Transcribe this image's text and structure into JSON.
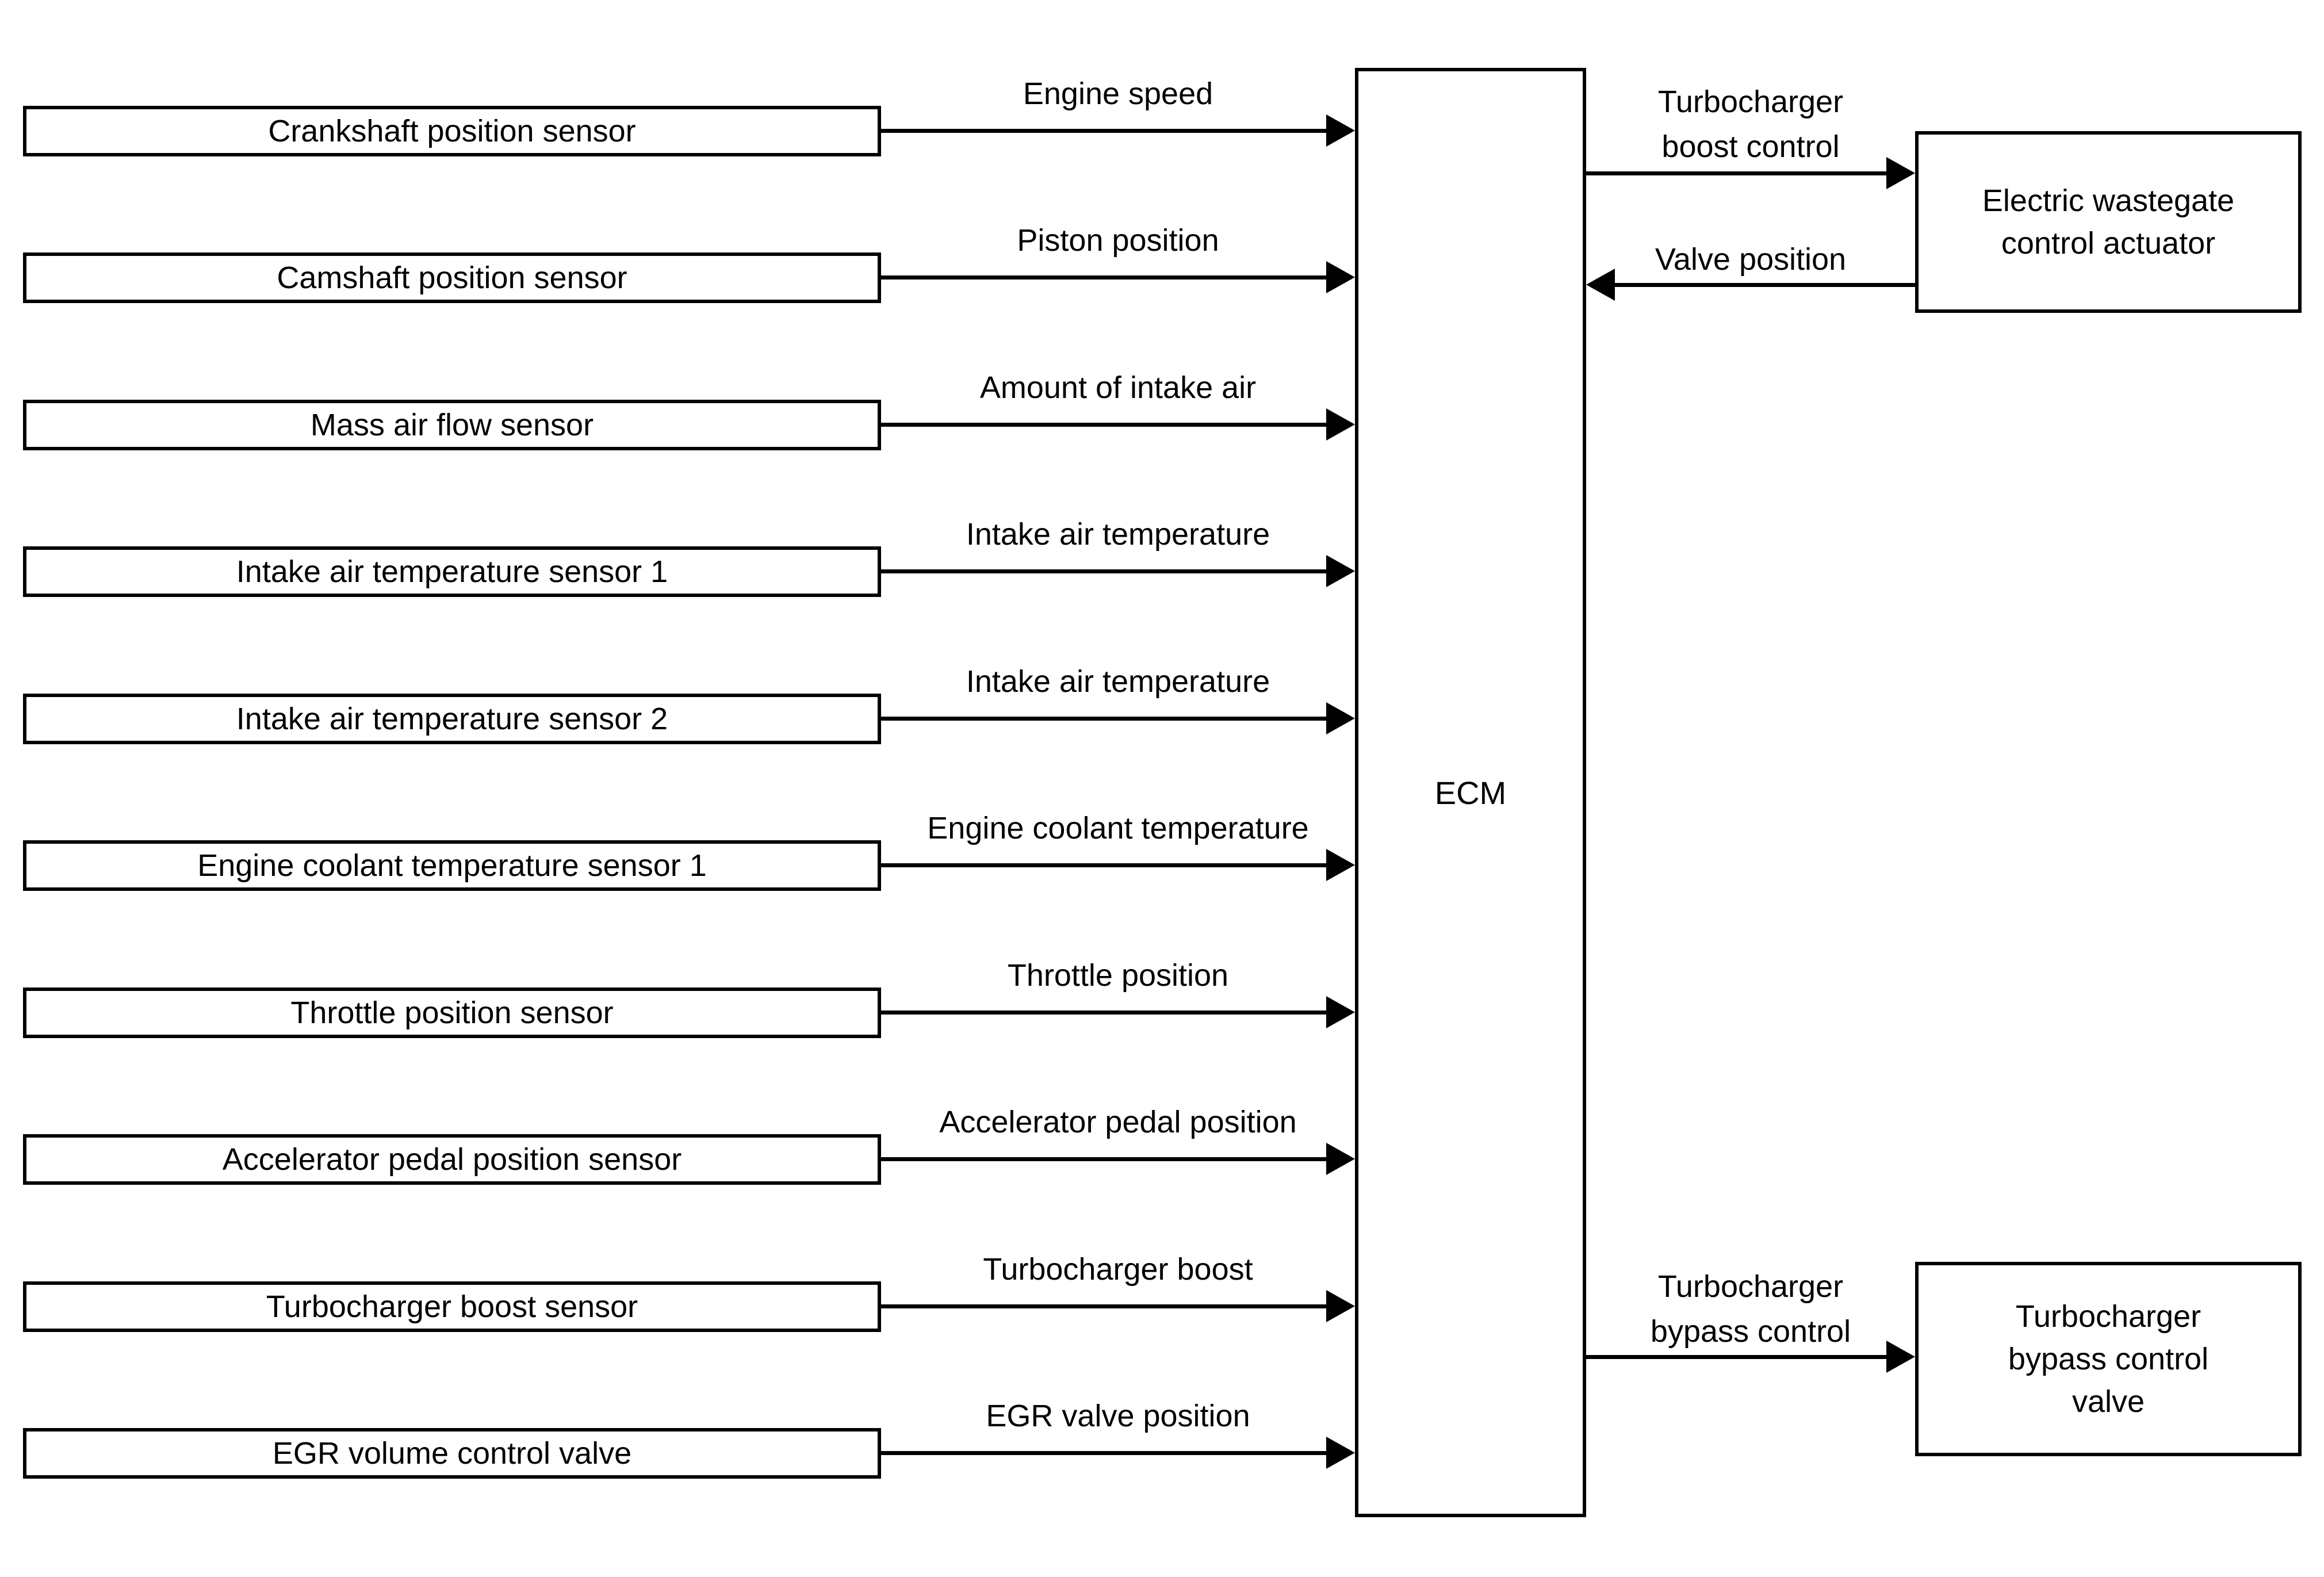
{
  "diagram_type": "block-diagram",
  "colors": {
    "line": "#000000",
    "background": "#ffffff",
    "box_fill": "#ffffff",
    "text": "#000000"
  },
  "ecm": {
    "label": "ECM"
  },
  "sensors": [
    {
      "label": "Crankshaft position sensor",
      "signal": "Engine speed"
    },
    {
      "label": "Camshaft position sensor",
      "signal": "Piston position"
    },
    {
      "label": "Mass air flow sensor",
      "signal": "Amount of intake air"
    },
    {
      "label": "Intake air temperature sensor 1",
      "signal": "Intake air temperature"
    },
    {
      "label": "Intake air temperature sensor 2",
      "signal": "Intake air temperature"
    },
    {
      "label": "Engine coolant temperature sensor 1",
      "signal": "Engine coolant temperature"
    },
    {
      "label": "Throttle position sensor",
      "signal": "Throttle position"
    },
    {
      "label": "Accelerator pedal position sensor",
      "signal": "Accelerator pedal position"
    },
    {
      "label": "Turbocharger boost sensor",
      "signal": "Turbocharger boost"
    },
    {
      "label": "EGR volume control valve",
      "signal": "EGR valve position"
    }
  ],
  "wastegate": {
    "box_lines": [
      "Electric wastegate",
      "control actuator"
    ],
    "out_signal_lines": [
      "Turbocharger",
      "boost control"
    ],
    "in_signal": "Valve position"
  },
  "bypass": {
    "box_lines": [
      "Turbocharger",
      "bypass control",
      "valve"
    ],
    "signal_lines": [
      "Turbocharger",
      "bypass control"
    ]
  }
}
